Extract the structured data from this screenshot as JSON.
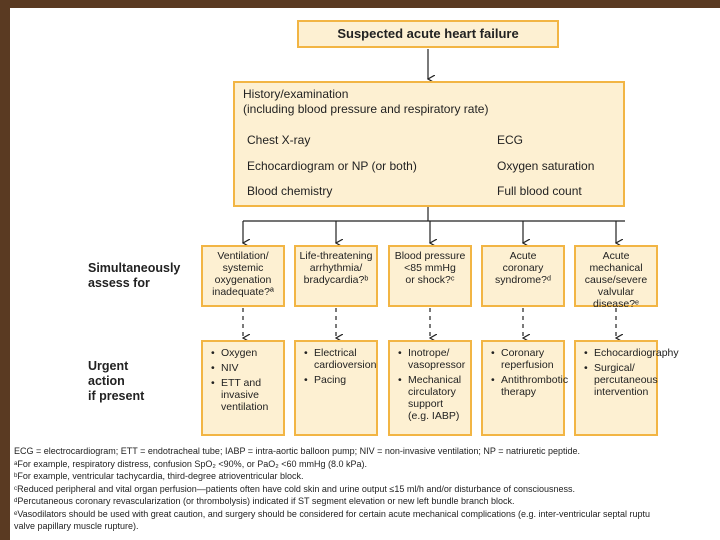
{
  "top": "Suspected acute heart failure",
  "history": {
    "title1": "History/examination",
    "title2": "(including blood pressure and respiratory rate)",
    "left": [
      "Chest X-ray",
      "Echocardiogram or NP (or both)",
      "Blood chemistry"
    ],
    "right": [
      "ECG",
      "Oxygen saturation",
      "Full blood count"
    ]
  },
  "labels": {
    "simul": [
      "Simultaneously",
      "assess for"
    ],
    "urgent": [
      "Urgent",
      "action",
      "if present"
    ]
  },
  "assess": [
    {
      "lines": [
        "Ventilation/",
        "systemic",
        "oxygenation",
        "inadequate?ª"
      ]
    },
    {
      "lines": [
        "Life-threatening",
        "arrhythmia/",
        "bradycardia?ᵇ"
      ]
    },
    {
      "lines": [
        "Blood pressure",
        "<85 mmHg",
        "or shock?ᶜ"
      ]
    },
    {
      "lines": [
        "Acute",
        "coronary",
        "syndrome?ᵈ"
      ]
    },
    {
      "lines": [
        "Acute",
        "mechanical",
        "cause/severe",
        "valvular disease?ᵉ"
      ]
    }
  ],
  "actions": [
    {
      "items": [
        "Oxygen",
        "NIV",
        "ETT and invasive ventilation"
      ]
    },
    {
      "items": [
        "Electrical cardioversion",
        "Pacing"
      ]
    },
    {
      "items": [
        "Inotrope/ vasopressor",
        "Mechanical circulatory support (e.g. IABP)"
      ]
    },
    {
      "items": [
        "Coronary reperfusion",
        "Antithrombotic therapy"
      ]
    },
    {
      "items": [
        "Echocardiography",
        "Surgical/ percutaneous intervention"
      ]
    }
  ],
  "footnotes": [
    "ECG = electrocardiogram; ETT = endotracheal tube; IABP = intra-aortic balloon pump; NIV = non-invasive ventilation; NP = natriuretic peptide.",
    "ᵃFor example, respiratory distress, confusion SpO₂ <90%, or PaO₂ <60 mmHg (8.0 kPa).",
    "ᵇFor example, ventricular tachycardia, third-degree atrioventricular block.",
    "ᶜReduced peripheral and vital organ perfusion—patients often have cold skin and urine output ≤15 ml/h and/or disturbance of consciousness.",
    "ᵈPercutaneous coronary revascularization (or thrombolysis) indicated if ST segment elevation or new left bundle branch block.",
    "ᵉVasodilators should be used with great caution, and surgery should be considered for certain acute mechanical complications (e.g. inter-ventricular septal ruptu",
    "valve papillary muscle rupture)."
  ],
  "colors": {
    "box_fill": "#fdf0d2",
    "box_border": "#f2b544",
    "frame": "#5a3a22"
  }
}
